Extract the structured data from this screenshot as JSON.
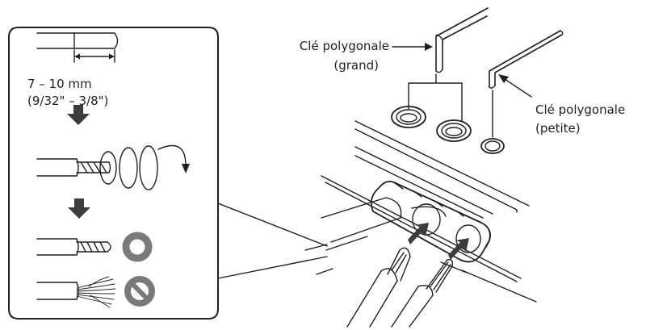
{
  "inset": {
    "strip_length_metric": "7 – 10 mm",
    "strip_length_imperial": "(9/32\" – 3/8\")",
    "good_symbol": "circle-ok-icon",
    "bad_symbol": "prohibited-icon"
  },
  "wrench_large": {
    "label_line1": "Clé polygonale",
    "label_line2": "(grand)"
  },
  "wrench_small": {
    "label_line1": "Clé polygonale",
    "label_line2": "(petite)"
  },
  "colors": {
    "line": "#231f20",
    "symbol_gray": "#7a7a7a",
    "arrow_dark": "#3c3c3c"
  }
}
